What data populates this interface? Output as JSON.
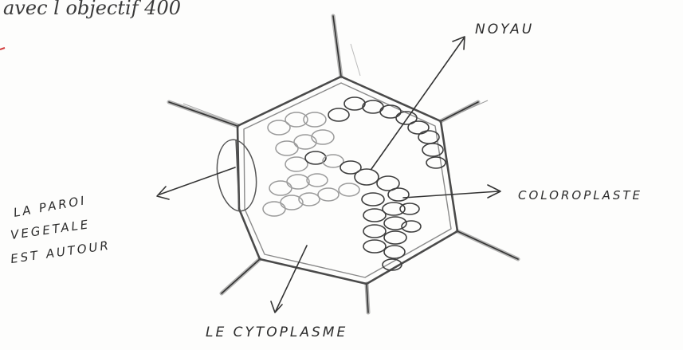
{
  "caption": "avec l objectif 400",
  "labels": {
    "nucleus": "NOYAU",
    "chloroplast": "COLOROPLASTE",
    "cell_wall": [
      "LA PAROI",
      "VEGETALE",
      "EST AUTOUR"
    ],
    "cytoplasm": "LE CYTOPLASME"
  },
  "colors": {
    "paper": "#fdfdfc",
    "pencil_dark": "#3d3d3d",
    "pencil_light": "#9a9a9a",
    "margin_mark": "#d23a3a"
  }
}
